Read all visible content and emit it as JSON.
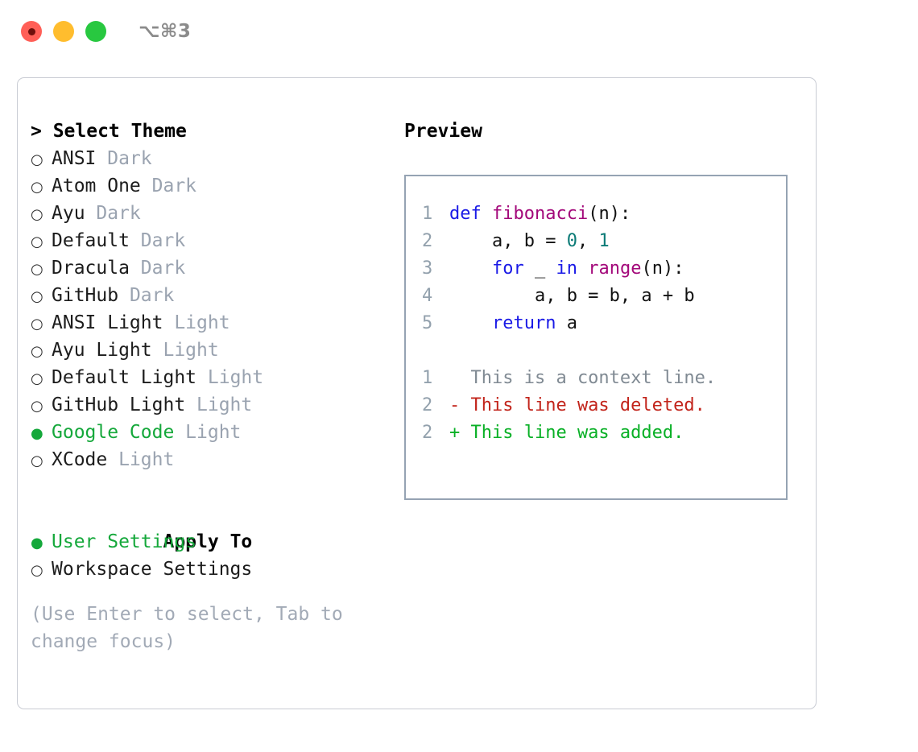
{
  "titlebar": {
    "lights": [
      "close-button",
      "minimize-button",
      "maximize-button"
    ],
    "shortcut": "⌥⌘3"
  },
  "theme_picker": {
    "header": "> Select Theme",
    "items": [
      {
        "marker": "○",
        "label": "ANSI",
        "tag": "Dark",
        "selected": false
      },
      {
        "marker": "○",
        "label": "Atom One",
        "tag": "Dark",
        "selected": false
      },
      {
        "marker": "○",
        "label": "Ayu",
        "tag": "Dark",
        "selected": false
      },
      {
        "marker": "○",
        "label": "Default",
        "tag": "Dark",
        "selected": false
      },
      {
        "marker": "○",
        "label": "Dracula",
        "tag": "Dark",
        "selected": false
      },
      {
        "marker": "○",
        "label": "GitHub",
        "tag": "Dark",
        "selected": false
      },
      {
        "marker": "○",
        "label": "ANSI Light",
        "tag": "Light",
        "selected": false
      },
      {
        "marker": "○",
        "label": "Ayu Light",
        "tag": "Light",
        "selected": false
      },
      {
        "marker": "○",
        "label": "Default Light",
        "tag": "Light",
        "selected": false
      },
      {
        "marker": "○",
        "label": "GitHub Light",
        "tag": "Light",
        "selected": false
      },
      {
        "marker": "●",
        "label": "Google Code",
        "tag": "Light",
        "selected": true
      },
      {
        "marker": "○",
        "label": "XCode",
        "tag": "Light",
        "selected": false
      }
    ]
  },
  "apply_to": {
    "header": "Apply To",
    "items": [
      {
        "marker": "●",
        "label": "User Settings",
        "selected": true
      },
      {
        "marker": "○",
        "label": "Workspace Settings",
        "selected": false
      }
    ]
  },
  "hint": "(Use Enter to select, Tab to change focus)",
  "preview": {
    "title": "Preview",
    "code_lines": [
      {
        "no": "1",
        "tokens": [
          {
            "t": "def ",
            "c": "kw"
          },
          {
            "t": "fibonacci",
            "c": "fn"
          },
          {
            "t": "(n):",
            "c": "plain"
          }
        ]
      },
      {
        "no": "2",
        "tokens": [
          {
            "t": "    a, b = ",
            "c": "plain"
          },
          {
            "t": "0",
            "c": "num"
          },
          {
            "t": ", ",
            "c": "plain"
          },
          {
            "t": "1",
            "c": "num"
          }
        ]
      },
      {
        "no": "3",
        "tokens": [
          {
            "t": "    ",
            "c": "plain"
          },
          {
            "t": "for",
            "c": "kw"
          },
          {
            "t": " _ ",
            "c": "plain"
          },
          {
            "t": "in",
            "c": "kw"
          },
          {
            "t": " ",
            "c": "plain"
          },
          {
            "t": "range",
            "c": "fn"
          },
          {
            "t": "(n):",
            "c": "plain"
          }
        ]
      },
      {
        "no": "4",
        "tokens": [
          {
            "t": "        a, b = b, a + b",
            "c": "plain"
          }
        ]
      },
      {
        "no": "5",
        "tokens": [
          {
            "t": "    ",
            "c": "plain"
          },
          {
            "t": "return",
            "c": "kw"
          },
          {
            "t": " a",
            "c": "plain"
          }
        ]
      }
    ],
    "diff_lines": [
      {
        "no": "1",
        "text": "  This is a context line.",
        "kind": "diff-ctx"
      },
      {
        "no": "2",
        "text": "- This line was deleted.",
        "kind": "diff-del"
      },
      {
        "no": "2",
        "text": "+ This line was added.",
        "kind": "diff-add"
      }
    ]
  },
  "colors": {
    "accent_green": "#15a83b",
    "tag_grey": "#9aa3b0",
    "hint_grey": "#a2aab6",
    "keyword_blue": "#1a1ae6",
    "function_magenta": "#a3087a",
    "number_teal": "#0c7b77",
    "diff_delete_red": "#c2241b",
    "diff_add_green": "#09b026",
    "line_number_grey": "#93a1ad",
    "preview_border": "#95a3b3",
    "panel_border": "#c9ccd4",
    "light_red": "#ff5f57",
    "light_amber": "#ffbd2e",
    "light_green": "#28c840"
  }
}
